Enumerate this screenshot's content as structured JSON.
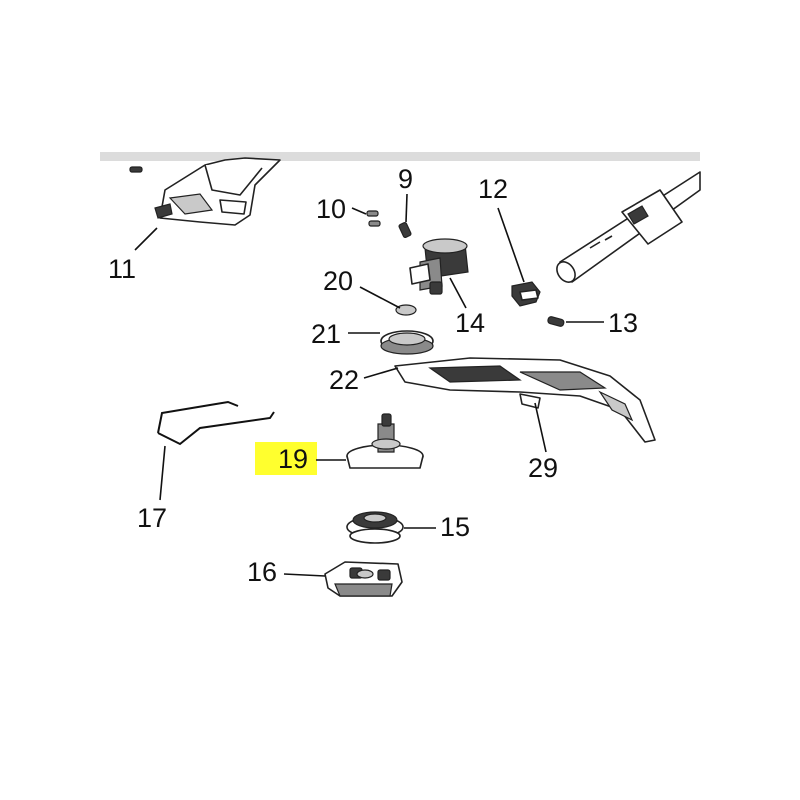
{
  "highlight_color": "#ffff2e",
  "labels": {
    "l9": "9",
    "l10": "10",
    "l11": "11",
    "l12": "12",
    "l13": "13",
    "l14": "14",
    "l15": "15",
    "l16": "16",
    "l17": "17",
    "l19": "19",
    "l20": "20",
    "l21": "21",
    "l22": "22",
    "l29": "29"
  }
}
